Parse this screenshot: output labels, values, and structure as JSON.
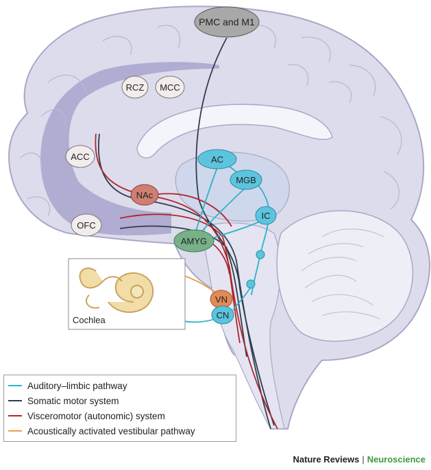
{
  "regions": {
    "pmc": "PMC and M1",
    "rcz": "RCZ",
    "mcc": "MCC",
    "acc": "ACC",
    "nac": "NAc",
    "ofc": "OFC",
    "ac": "AC",
    "mgb": "MGB",
    "ic": "IC",
    "amyg": "AMYG",
    "vn": "VN",
    "cn": "CN"
  },
  "inset": {
    "label": "Cochlea"
  },
  "legend": {
    "items": [
      {
        "label": "Auditory–limbic pathway",
        "color": "#2bb3c8"
      },
      {
        "label": "Somatic motor system",
        "color": "#2d3e4a"
      },
      {
        "label": "Visceromotor (autonomic) system",
        "color": "#b0262c"
      },
      {
        "label": "Acoustically activated vestibular pathway",
        "color": "#e8a04c"
      }
    ]
  },
  "credit": {
    "publisher": "Nature Reviews",
    "separator": "|",
    "journal": "Neuroscience"
  },
  "colors": {
    "brain_fill": "#dcdcec",
    "brain_line": "#a8a8c6",
    "cortex_highlight": "#a9a3cc",
    "node_white": "#f3ecec",
    "node_blue": "#5cc4dd",
    "node_green": "#78b08a",
    "node_orange": "#e28a56",
    "node_red": "#cf7f72",
    "node_gray": "#a8a8a8"
  }
}
